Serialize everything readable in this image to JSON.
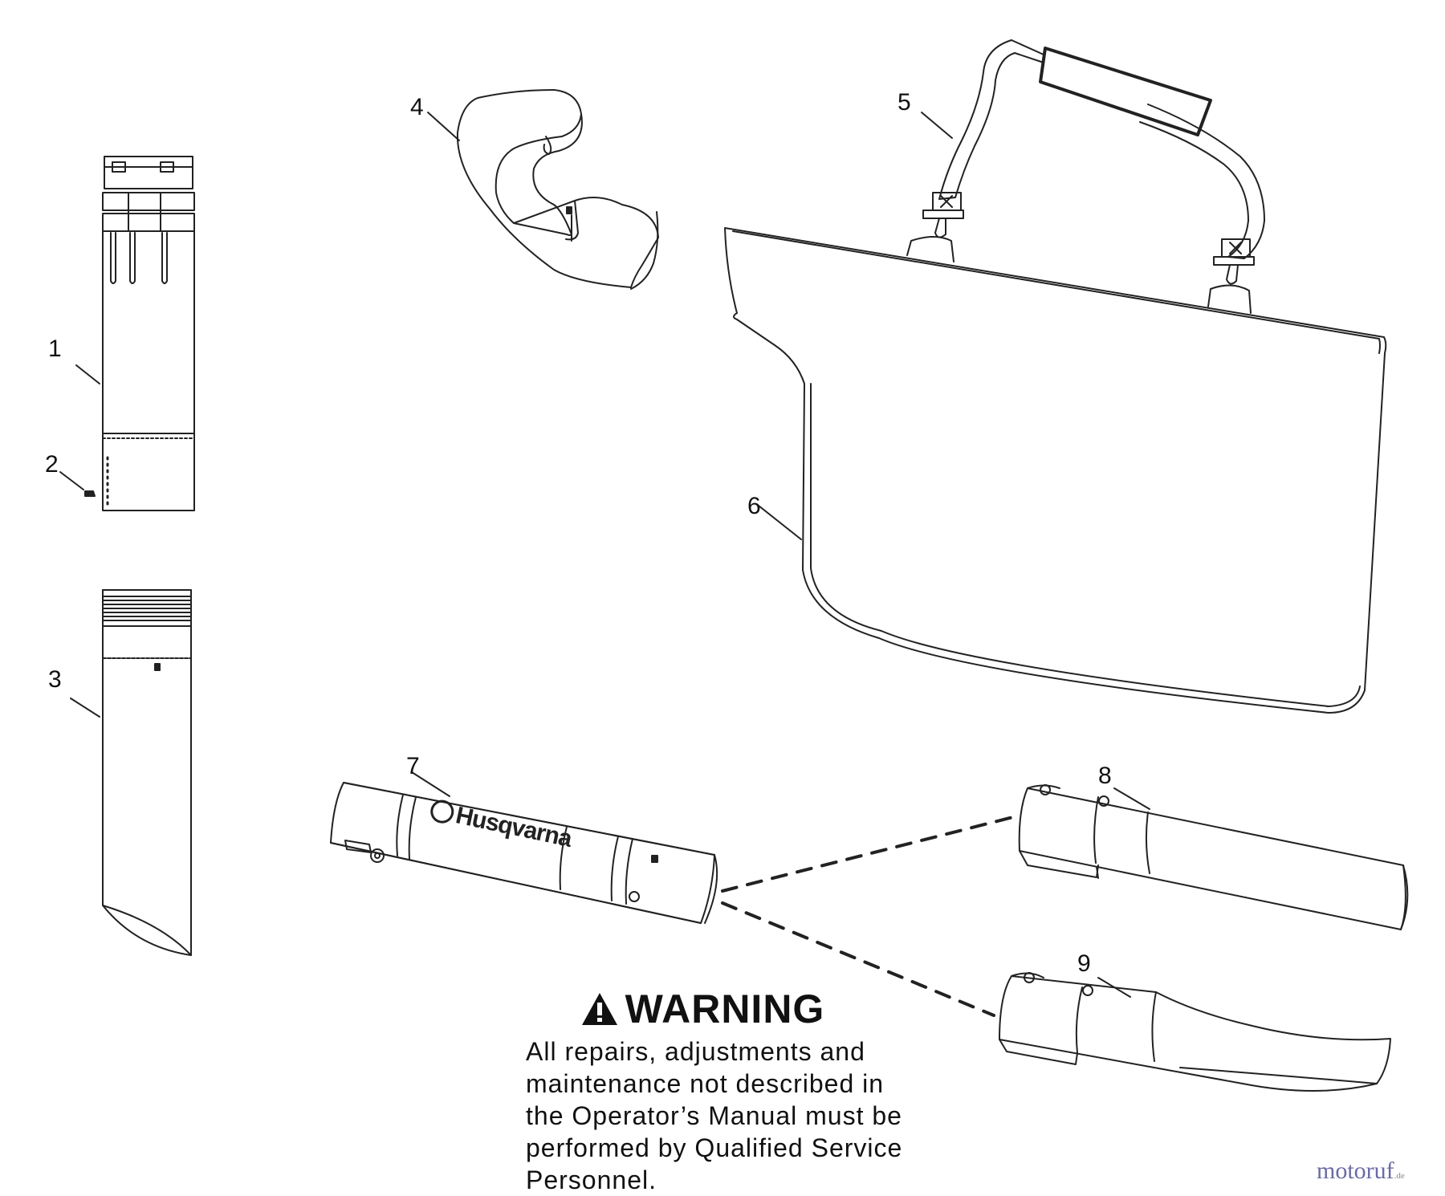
{
  "callouts": {
    "c1": "1",
    "c2": "2",
    "c3": "3",
    "c4": "4",
    "c5": "5",
    "c6": "6",
    "c7": "7",
    "c8": "8",
    "c9": "9"
  },
  "parts": {
    "tube_7_logo": "Husqvarna"
  },
  "warning": {
    "title": "WARNING",
    "body": "All repairs, adjustments and\nmaintenance not described in\nthe Operator’s Manual must be\nperformed by Qualified Service\nPersonnel."
  },
  "watermark": {
    "brand": "motoruf",
    "tld": ".de"
  }
}
